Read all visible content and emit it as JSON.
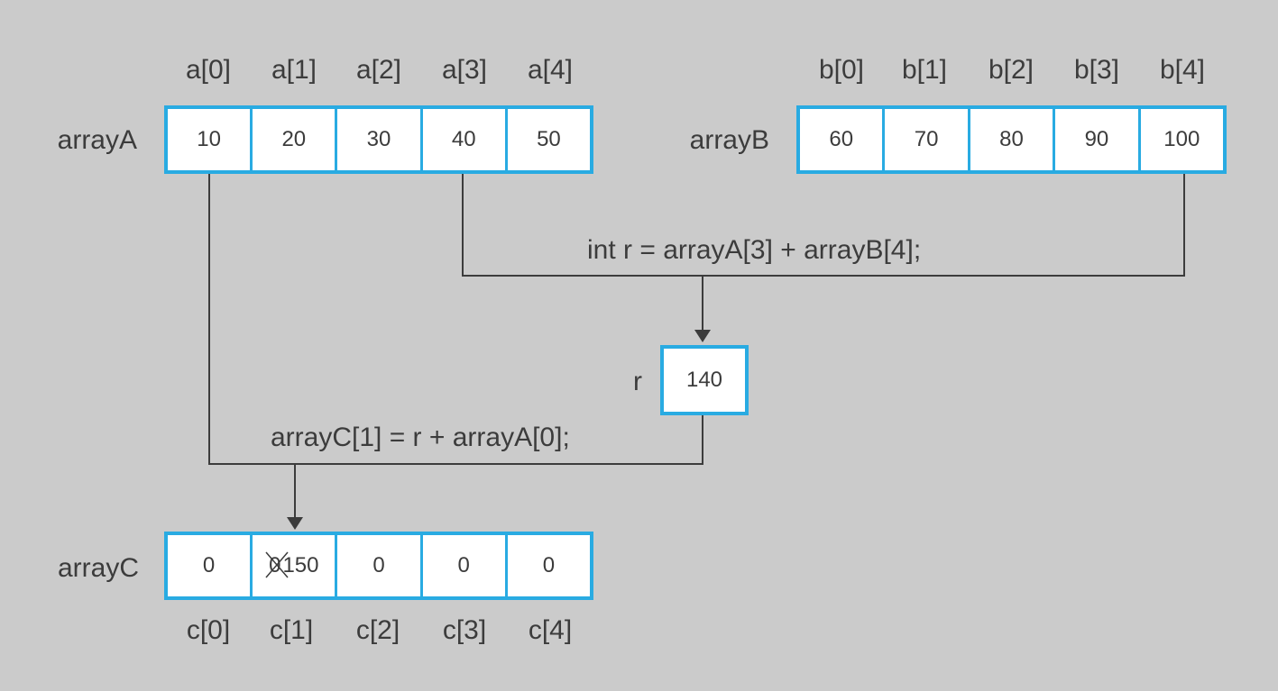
{
  "arrayA": {
    "name": "arrayA",
    "indices": [
      "a[0]",
      "a[1]",
      "a[2]",
      "a[3]",
      "a[4]"
    ],
    "values": [
      "10",
      "20",
      "30",
      "40",
      "50"
    ]
  },
  "arrayB": {
    "name": "arrayB",
    "indices": [
      "b[0]",
      "b[1]",
      "b[2]",
      "b[3]",
      "b[4]"
    ],
    "values": [
      "60",
      "70",
      "80",
      "90",
      "100"
    ]
  },
  "arrayC": {
    "name": "arrayC",
    "indices": [
      "c[0]",
      "c[1]",
      "c[2]",
      "c[3]",
      "c[4]"
    ],
    "values": [
      "0",
      "150",
      "0",
      "0",
      "0"
    ],
    "old_value_c1": "0"
  },
  "variable_r": {
    "name": "r",
    "value": "140"
  },
  "statements": {
    "first": "int r = arrayA[3] + arrayB[4];",
    "second": "arrayC[1] = r + arrayA[0];"
  },
  "colors": {
    "background": "#cbcbcb",
    "cell_border": "#29abe2",
    "line": "#3c3c3c"
  }
}
